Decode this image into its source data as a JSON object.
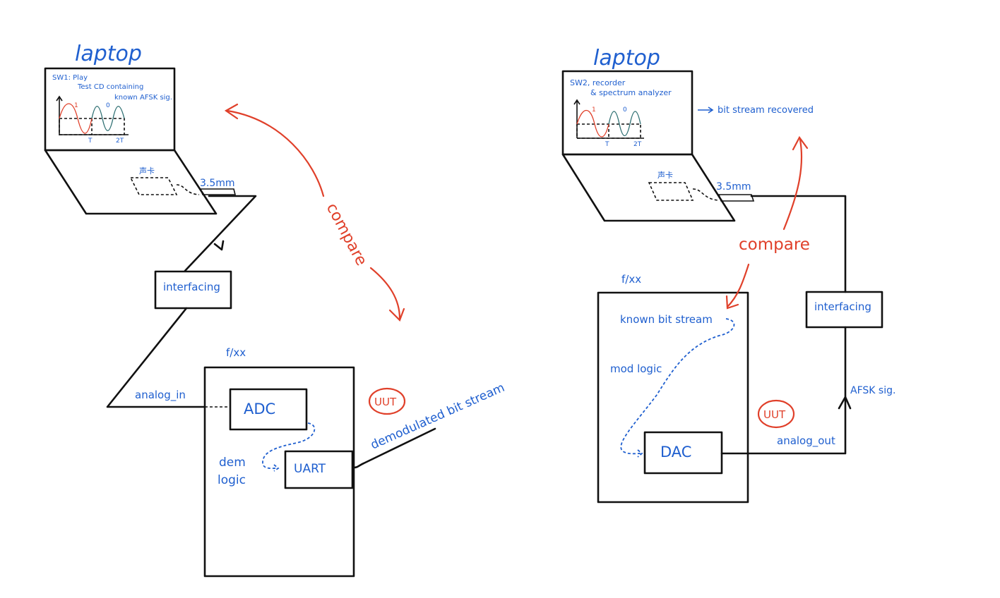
{
  "colors": {
    "ink": "#111111",
    "blue_text": "#1f5fcf",
    "red_text": "#e0402a",
    "wave_low": "#e0402a",
    "wave_high": "#2e6f72"
  },
  "left": {
    "laptop_title": "laptop",
    "screen_line1": "SW1:  Play",
    "screen_line2": "Test CD containing",
    "screen_line3": "known AFSK sig.",
    "wave_label_low": "1",
    "wave_label_high": "0",
    "tick_t": "T",
    "tick_2t": "2T",
    "soundcard_label": "声卡",
    "jack_label": "3.5mm",
    "interfacing_label": "interfacing",
    "board_label": "f/xx",
    "analog_label": "analog_in",
    "adc_label": "ADC",
    "uart_label": "UART",
    "dem_label_1": "dem",
    "dem_label_2": "logic",
    "uut_label": "UUT",
    "output_label": "demodulated bit stream",
    "compare_label": "compare"
  },
  "right": {
    "laptop_title": "laptop",
    "screen_line1": "SW2,  recorder",
    "screen_line2": "& spectrum analyzer",
    "wave_label_low": "1",
    "wave_label_high": "0",
    "tick_t": "T",
    "tick_2t": "2T",
    "recovered_label": "bit stream recovered",
    "soundcard_label": "声卡",
    "jack_label": "3.5mm",
    "compare_label": "compare",
    "board_label": "f/xx",
    "known_label": "known bit stream",
    "mod_label": "mod logic",
    "dac_label": "DAC",
    "interfacing_label": "interfacing",
    "afsk_label": "AFSK sig.",
    "uut_label": "UUT",
    "analog_label": "analog_out"
  }
}
